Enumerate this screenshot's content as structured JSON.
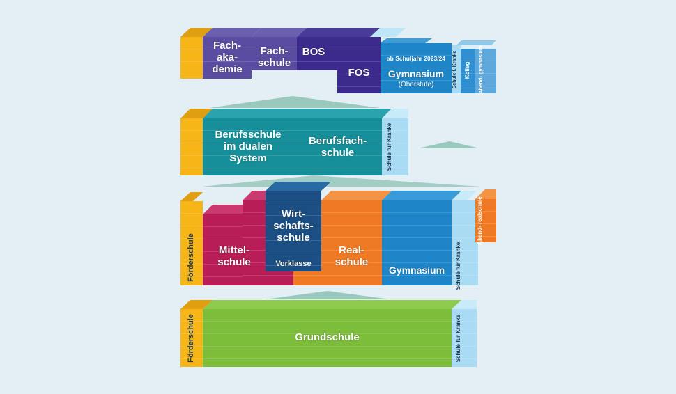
{
  "colors": {
    "background": "#e3eef5",
    "foerderschule": "#f7b518",
    "fachakademie": "#5a4da1",
    "bos_fos": "#3c2a8c",
    "gymnasium": "#1e86c8",
    "light_blue": "#a9dbf5",
    "teal": "#168f9a",
    "mittelschule": "#b81e56",
    "wirtschaftsschule": "#1b4e82",
    "realschule": "#f07a23",
    "grundschule": "#7cbd3a",
    "hill": "#8cc2b0"
  },
  "upper": {
    "fachakademie": "Fach-\naka-\ndemie",
    "fachschule": "Fach-\nschule",
    "bos": "BOS",
    "fos": "FOS",
    "gymnasium_note": "ab Schuljahr 2023/24",
    "gymnasium": "Gymnasium",
    "gymnasium_sub": "(Oberstufe)",
    "schule_kranke": "Schule f. Kranke",
    "kolleg": "Kolleg",
    "abendgymnasium": "Abend-\ngymnasium"
  },
  "vocational": {
    "berufsschule": "Berufsschule\nim dualen\nSystem",
    "berufsfachschule": "Berufsfach-\nschule",
    "schule_kranke": "Schule für\nKranke"
  },
  "secondary": {
    "foerderschule": "Förderschule",
    "mittelschule": "Mittel-\nschule",
    "wirtschaftsschule": "Wirt-\nschafts-\nschule",
    "vorklasse": "Vorklasse",
    "realschule": "Real-\nschule",
    "gymnasium": "Gymnasium",
    "schule_kranke": "Schule für\nKranke",
    "abendrealschule": "Abend-\nrealschule"
  },
  "primary": {
    "foerderschule": "Förderschule",
    "grundschule": "Grundschule",
    "schule_kranke": "Schule für\nKranke"
  }
}
